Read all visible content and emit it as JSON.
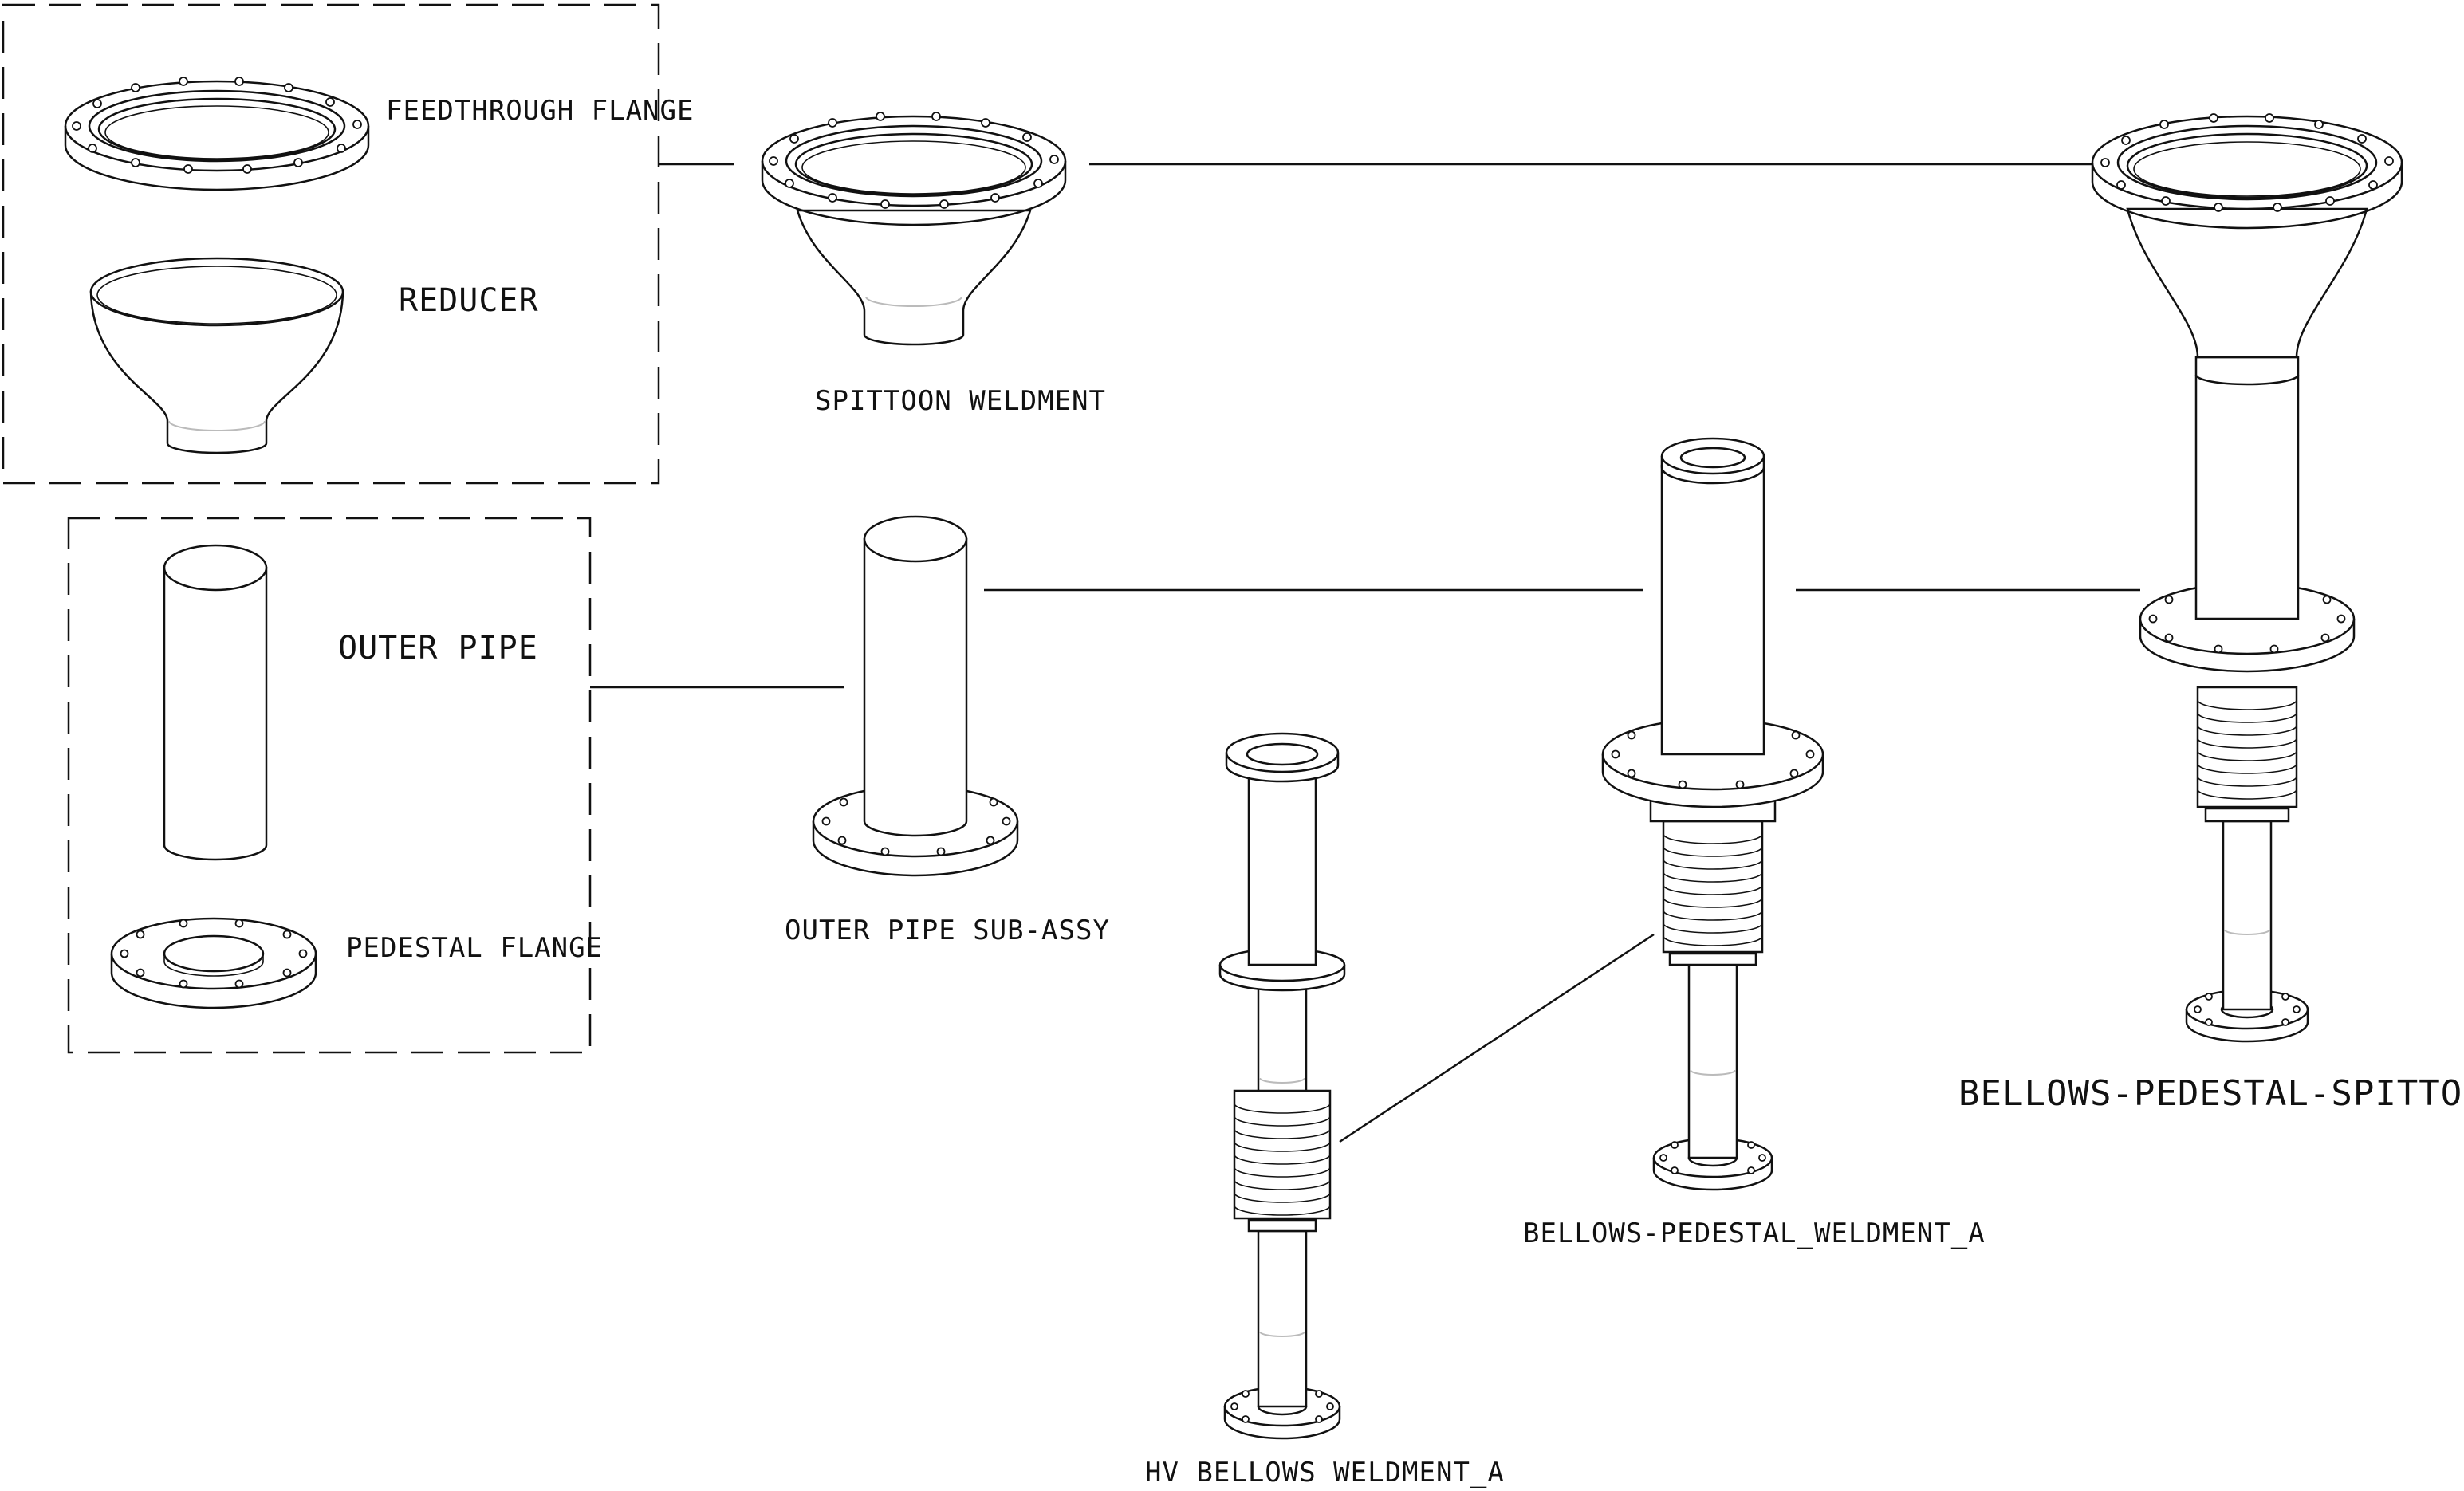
{
  "labels": {
    "feedthrough_flange": "FEEDTHROUGH FLANGE",
    "reducer": "REDUCER",
    "spittoon_weldment": "SPITTOON WELDMENT",
    "outer_pipe": "OUTER PIPE",
    "pedestal_flange": "PEDESTAL FLANGE",
    "outer_pipe_sub_assy": "OUTER PIPE SUB-ASSY",
    "hv_bellows_weldment": "HV BELLOWS WELDMENT_A",
    "bellows_pedestal_weldment": "BELLOWS-PEDESTAL_WELDMENT_A",
    "bellows_pedestal_spittoon": "BELLOWS-PEDESTAL-SPITTOON_A"
  }
}
